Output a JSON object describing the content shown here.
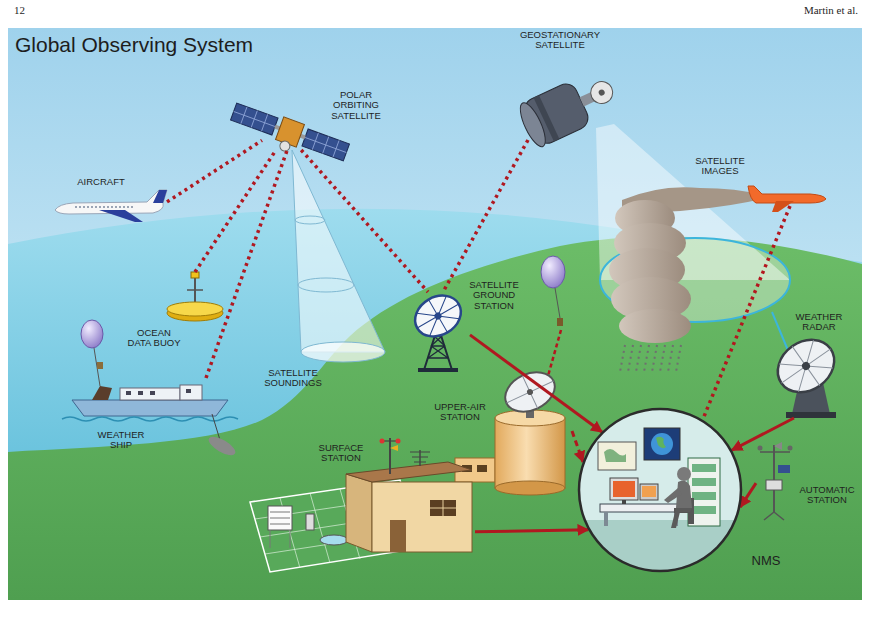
{
  "diagram": {
    "title": "Global Observing System",
    "nodes": [
      {
        "text": [
          "POLAR ORBITING SATELLITE"
        ]
      },
      {
        "text": [
          "GEOSTATIONARY SATELLITE"
        ]
      },
      {
        "text": [
          "AIRCRAFT"
        ]
      },
      {
        "text": [
          "OCEAN DATA BUOY"
        ]
      },
      {
        "text": [
          "SATELLITE GROUND STATION"
        ]
      },
      {
        "text": [
          "WEATHER RADAR"
        ]
      },
      {
        "text": [
          "WEATHER SHIP"
        ]
      },
      {
        "text": [
          "UPPER-AIR STATION"
        ]
      },
      {
        "text": [
          "SURFACE STATION"
        ]
      },
      {
        "text": [
          "NMS"
        ]
      },
      {
        "text": [
          "AUTOMATIC STATION"
        ]
      }
    ],
    "edges": [
      {
        "from": 2,
        "to": 0,
        "arrow": "none"
      },
      {
        "from": 3,
        "to": 0,
        "arrow": "none"
      },
      {
        "from": 6,
        "to": 0,
        "arrow": "none"
      },
      {
        "from": 0,
        "to": 4,
        "arrow": "none"
      },
      {
        "from": 1,
        "to": 4,
        "arrow": "none"
      },
      {
        "from": 4,
        "to": 9,
        "arrow": "to"
      },
      {
        "from": 7,
        "to": 9,
        "arrow": "to"
      },
      {
        "from": 8,
        "to": 9,
        "arrow": "to"
      },
      {
        "from": 5,
        "to": 9,
        "arrow": "to"
      },
      {
        "from": 10,
        "to": 9,
        "arrow": "to"
      }
    ],
    "labels": [
      "12",
      "Martin et al.",
      "SATELLITE IMAGES",
      "SATELLITE SOUNDINGS"
    ]
  }
}
